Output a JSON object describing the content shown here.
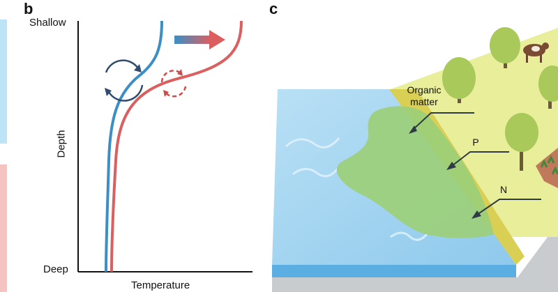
{
  "panel_b": {
    "letter": "b",
    "y_top_label": "Shallow",
    "y_bottom_label": "Deep",
    "y_axis_label": "Depth",
    "x_axis_label": "Temperature",
    "colors": {
      "cool_profile": "#3b8fc6",
      "warm_profile": "#dc5f5f",
      "cool_arrows": "#2f4c6e",
      "warm_arrows": "#cf4a4a"
    }
  },
  "panel_c": {
    "letter": "c",
    "labels": {
      "organic": "Organic\nmatter",
      "p": "P",
      "n": "N"
    },
    "colors": {
      "water": "#9fd1ee",
      "plume": "#9ccf7a",
      "land": "#e9ee9a",
      "shore": "#d9cf55"
    }
  }
}
